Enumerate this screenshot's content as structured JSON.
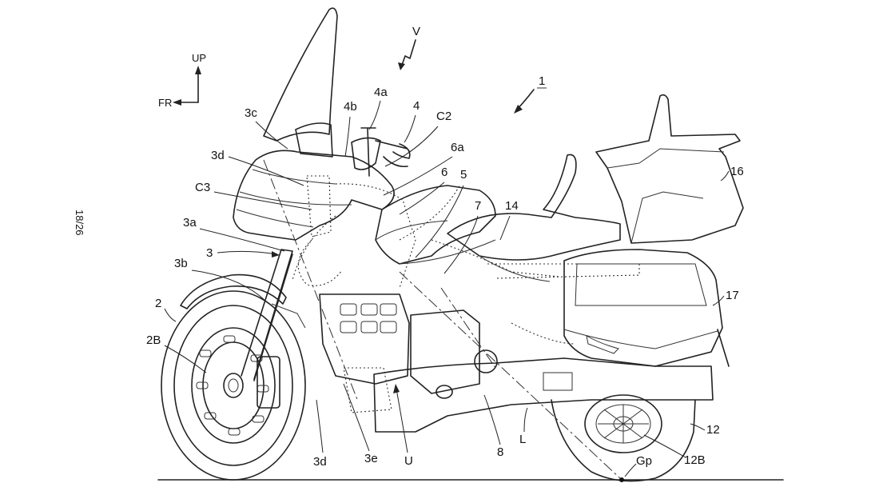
{
  "sheet": {
    "page_number": "18/26"
  },
  "orientation": {
    "up": "UP",
    "front": "FR"
  },
  "view_marker": "V",
  "labels": {
    "vehicle": "1",
    "front_wheel": "2",
    "front_wheel_hub": "2B",
    "front_fork": "3",
    "fork_part_a": "3a",
    "fork_part_b": "3b",
    "fork_part_c": "3c",
    "fork_part_d_upper": "3d",
    "fork_part_d_lower": "3d",
    "fork_part_e": "3e",
    "handlebar": "4",
    "handlebar_part_a": "4a",
    "handlebar_part_b": "4b",
    "frame": "5",
    "frame_member": "6",
    "frame_member_a": "6a",
    "engine_ref": "7",
    "swing_arm": "8",
    "rear_wheel": "12",
    "rear_wheel_hub": "12B",
    "seat": "14",
    "top_case": "16",
    "saddle_bag": "17",
    "axis_c2": "C2",
    "axis_c3": "C3",
    "line_l": "L",
    "unit_u": "U",
    "ground_point": "Gp"
  }
}
